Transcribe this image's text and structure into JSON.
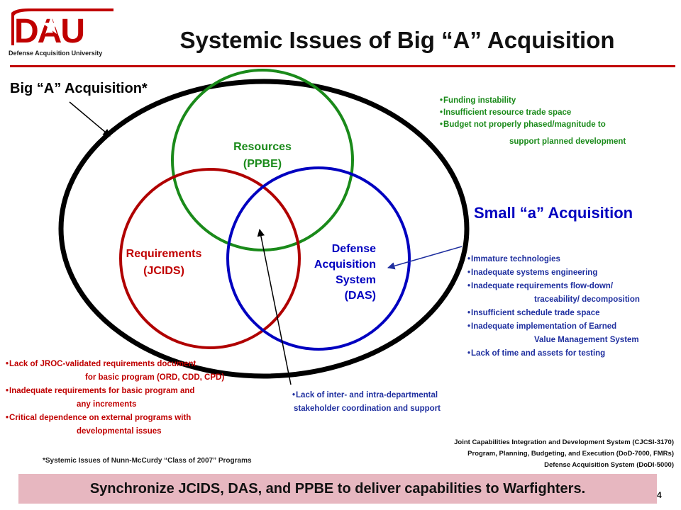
{
  "logo": {
    "text": "DAU",
    "subtitle": "Defense Acquisition University"
  },
  "title": "Systemic Issues of Big “A” Acquisition",
  "big_a_label": "Big “A” Acquisition*",
  "small_a_label": "Small “a” Acquisition",
  "circles": {
    "resources": {
      "line1": "Resources",
      "line2": "(PPBE)",
      "color": "#1a8a1a"
    },
    "requirements": {
      "line1": "Requirements",
      "line2": "(JCIDS)",
      "color": "#c00000"
    },
    "das": {
      "line1": "Defense",
      "line2": "Acquisition",
      "line3": "System",
      "line4": "(DAS)",
      "color": "#0000c0"
    }
  },
  "resources_issues": [
    {
      "text": "Funding instability",
      "cont": ""
    },
    {
      "text": "Insufficient resource trade space",
      "cont": ""
    },
    {
      "text": "Budget not properly phased/magnitude to",
      "cont": "support planned development"
    }
  ],
  "das_issues": [
    {
      "text": "Immature technologies",
      "cont": ""
    },
    {
      "text": "Inadequate systems engineering",
      "cont": ""
    },
    {
      "text": "Inadequate requirements flow-down/",
      "cont": "traceability/ decomposition"
    },
    {
      "text": "Insufficient schedule trade space",
      "cont": ""
    },
    {
      "text": "Inadequate implementation of Earned",
      "cont": "Value Management System"
    },
    {
      "text": "Lack of time and assets for testing",
      "cont": ""
    }
  ],
  "requirements_issues": [
    {
      "text": "Lack of JROC-validated requirements document",
      "cont": "for basic program (ORD, CDD, CPD)"
    },
    {
      "text": "Inadequate requirements for basic program and",
      "cont": "any increments"
    },
    {
      "text": "Critical dependence on external programs with",
      "cont": "developmental issues"
    }
  ],
  "intersection_issue": {
    "line1": "Lack of inter- and intra-departmental",
    "line2": "stakeholder coordination and support"
  },
  "footnote": "*Systemic Issues of Nunn-McCurdy “Class of 2007” Programs",
  "acronyms": [
    "Joint Capabilities Integration and Development System (CJCSI-3170)",
    "Program, Planning, Budgeting, and Execution (DoD-7000, FMRs)",
    "Defense Acquisition System (DoDI-5000)"
  ],
  "banner": "Synchronize JCIDS, DAS, and PPBE to deliver capabilities to Warfighters.",
  "page_number": "4"
}
